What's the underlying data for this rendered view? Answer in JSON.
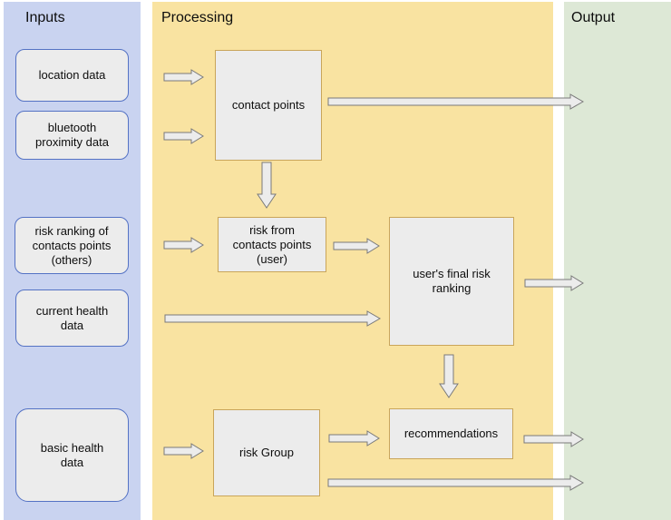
{
  "columns": {
    "inputs": {
      "label": "Inputs",
      "bg": "#c9d3f0"
    },
    "processing": {
      "label": "Processing",
      "bg": "#f9e3a1"
    },
    "output": {
      "label": "Output",
      "bg": "#dde8d6"
    }
  },
  "boxes": {
    "inputs": [
      {
        "label": "location data"
      },
      {
        "label": "bluetooth\nproximity data"
      },
      {
        "label": "risk ranking of\ncontacts points\n(others)"
      },
      {
        "label": "current health\ndata"
      },
      {
        "label": "basic health\ndata"
      }
    ],
    "processing": [
      {
        "label": "contact points"
      },
      {
        "label": "risk from\ncontacts points\n(user)"
      },
      {
        "label": "user's final risk\nranking"
      },
      {
        "label": "risk Group"
      },
      {
        "label": "recommendations"
      }
    ]
  },
  "edges": [
    {
      "from": "location data",
      "to": "contact points"
    },
    {
      "from": "bluetooth proximity data",
      "to": "contact points"
    },
    {
      "from": "contact points",
      "to": "Output"
    },
    {
      "from": "contact points",
      "to": "risk from contacts points (user)"
    },
    {
      "from": "risk ranking of contacts points (others)",
      "to": "risk from contacts points (user)"
    },
    {
      "from": "risk from contacts points (user)",
      "to": "user's final risk ranking"
    },
    {
      "from": "current health data",
      "to": "user's final risk ranking"
    },
    {
      "from": "user's final risk ranking",
      "to": "Output"
    },
    {
      "from": "user's final risk ranking",
      "to": "recommendations"
    },
    {
      "from": "risk Group",
      "to": "recommendations"
    },
    {
      "from": "recommendations",
      "to": "Output"
    },
    {
      "from": "basic health data",
      "to": "risk Group"
    },
    {
      "from": "risk Group",
      "to": "Output"
    }
  ],
  "styles": {
    "box_fill": "#ececec",
    "input_border": "#5472c4",
    "process_border": "#c9a55a",
    "arrow_fill": "#ececec",
    "arrow_stroke": "#7a7a7a"
  }
}
